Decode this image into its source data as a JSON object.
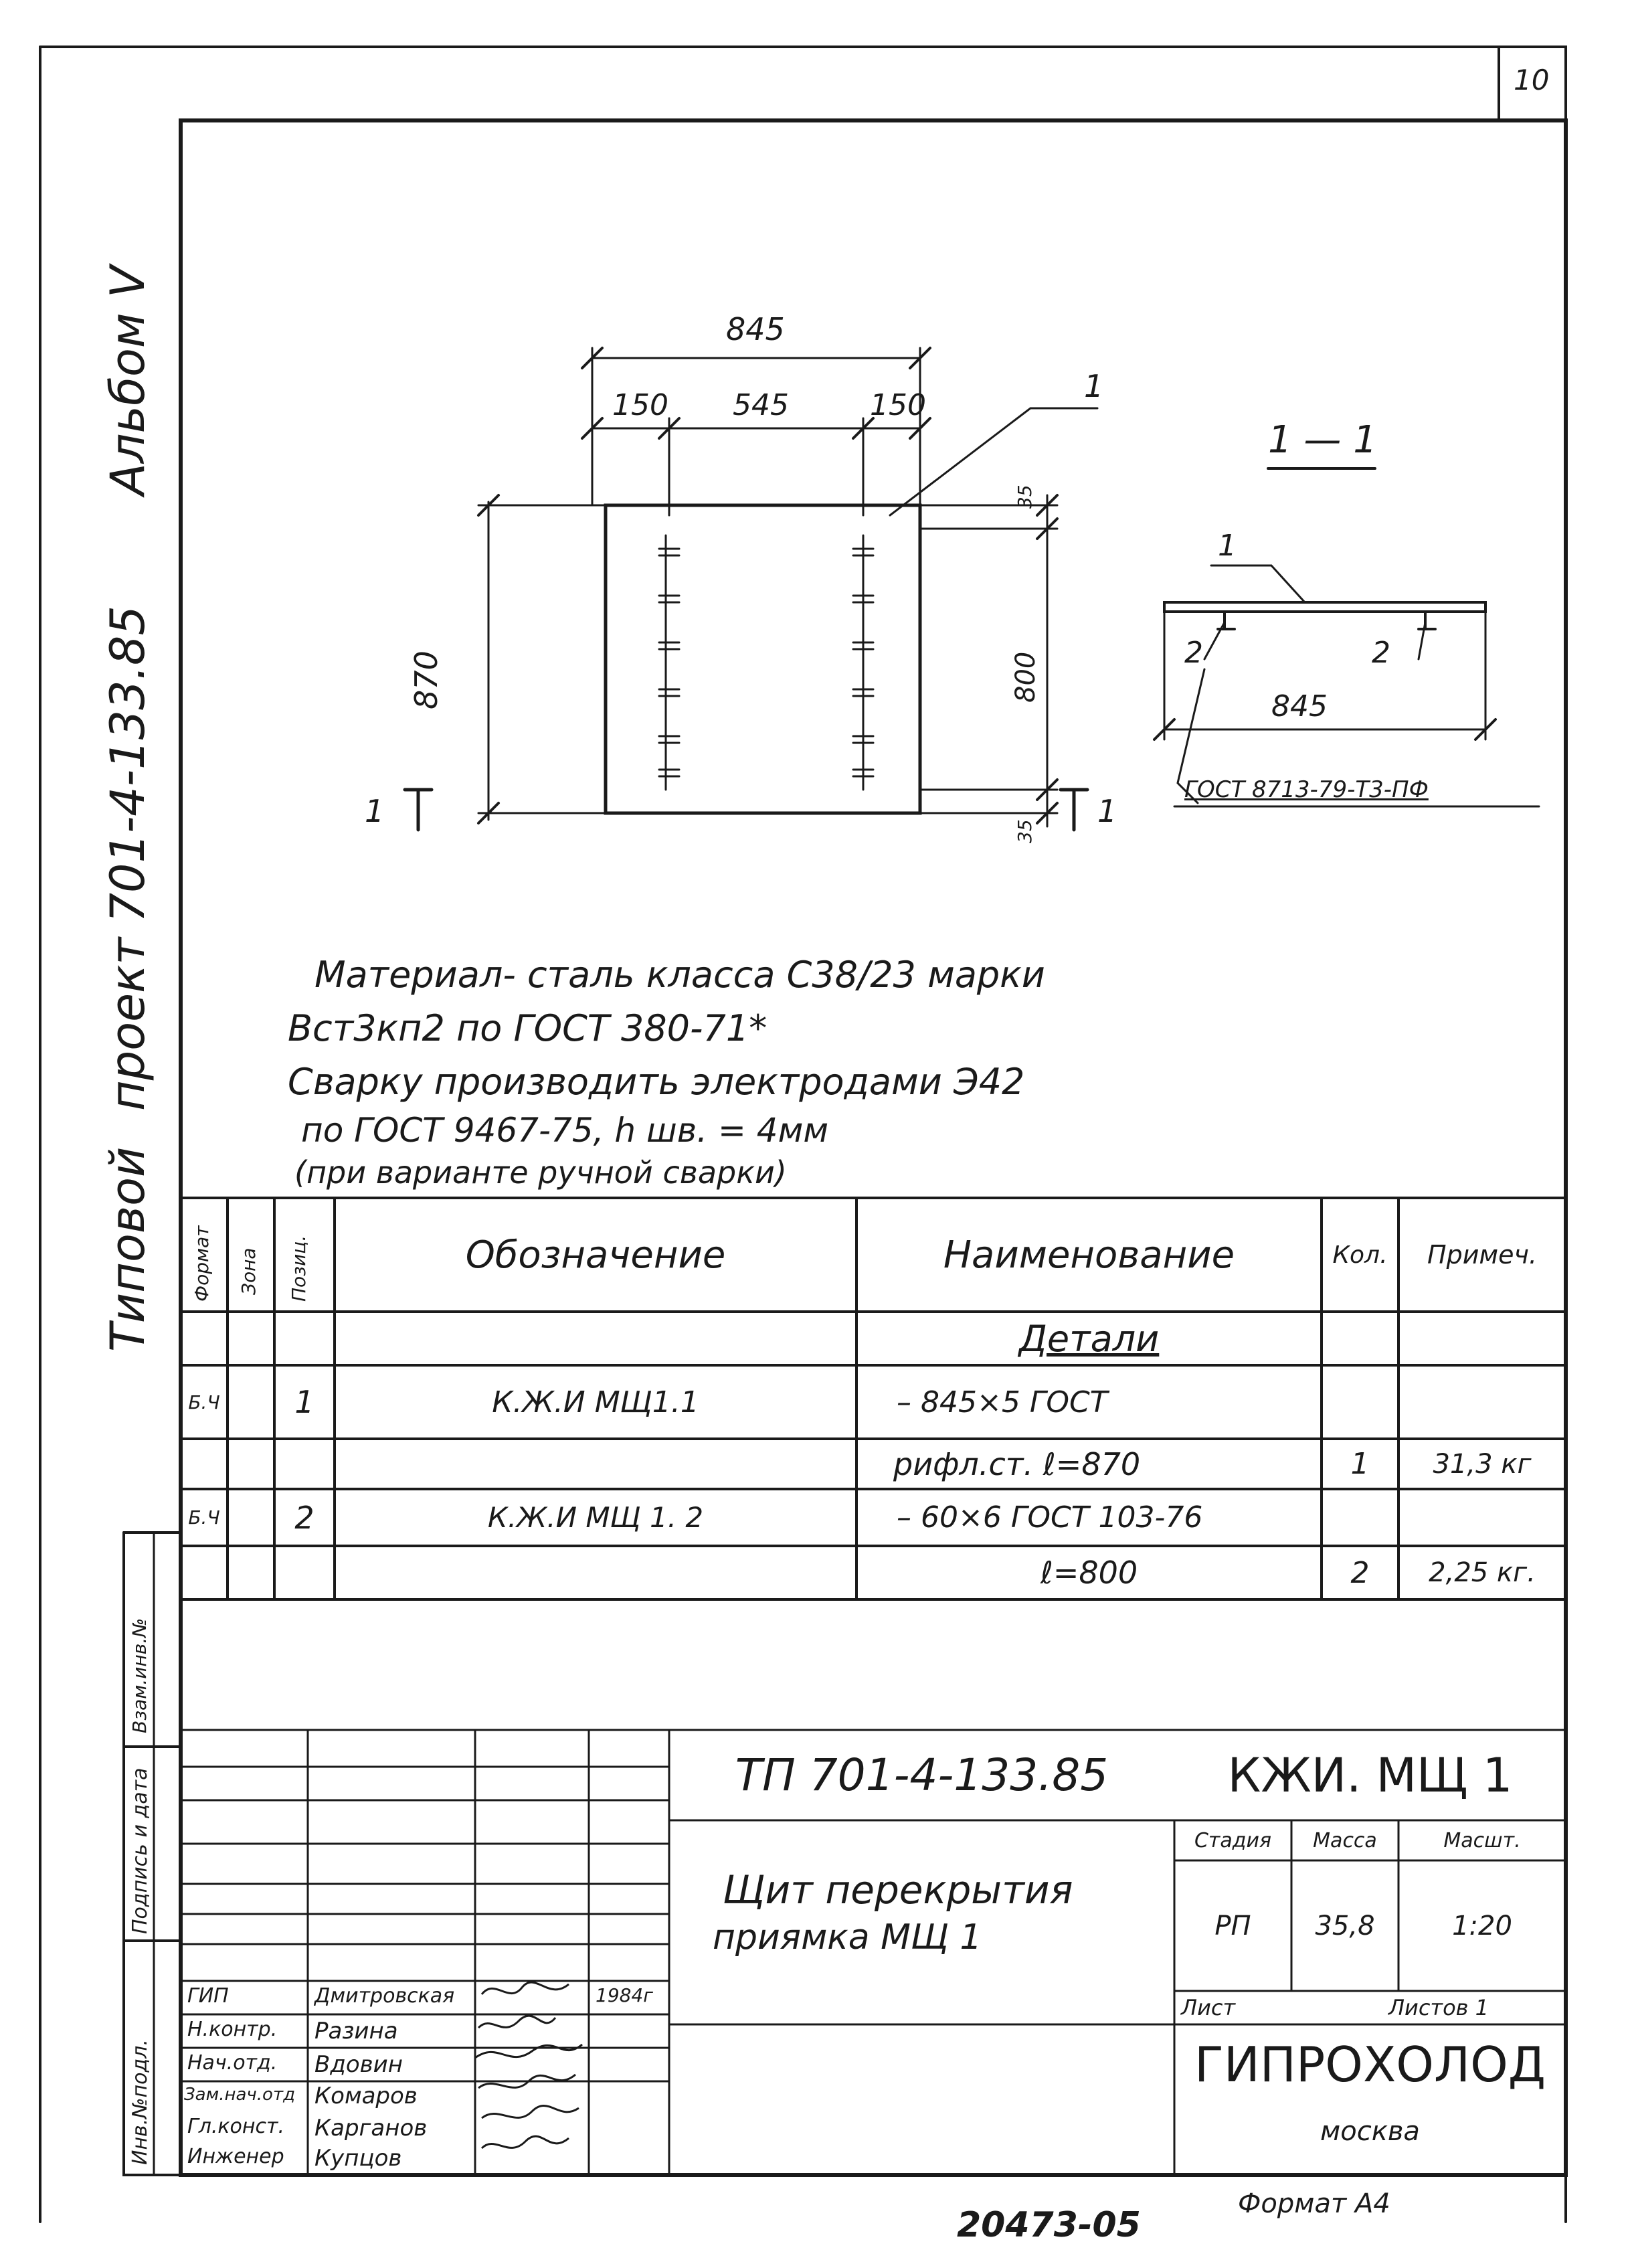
{
  "sheet": {
    "number": "10",
    "archive_no": "20473-05",
    "format": "Формат А4"
  },
  "side_title": {
    "tipovoy": "Типовой",
    "proekt": "проект 701-4-133.85",
    "albom": "Альбом V"
  },
  "drawing": {
    "dims": {
      "overall_width": "845",
      "left_edge": "150",
      "middle": "545",
      "right_edge": "150",
      "height": "870",
      "inner_height": "800",
      "top_offset": "35",
      "bottom_offset": "35"
    },
    "position_1": "1",
    "cut_mark": "1",
    "section": {
      "title": "1 — 1",
      "pos_1": "1",
      "pos_2_left": "2",
      "pos_2_right": "2",
      "width": "845",
      "weld": "ГОСТ 8713-79-Т3-ПФ"
    }
  },
  "notes": [
    "Материал- сталь класса С38/23 марки",
    "Вст3кп2 по ГОСТ 380-71*",
    "Сварку производить электродами Э42",
    "по ГОСТ 9467-75,   h шв. = 4мм",
    "(при варианте ручной сварки)"
  ],
  "spec_table": {
    "headers": {
      "format": "Формат",
      "zone": "Зона",
      "pos": "Позиц.",
      "designation": "Обозначение",
      "name": "Наименование",
      "qty": "Кол.",
      "note": "Примеч."
    },
    "section_title": "Детали",
    "rows": [
      {
        "format": "Б.Ч",
        "pos": "1",
        "designation": "К.Ж.И   МЩ1.1",
        "name": "– 845×5 ГОСТ",
        "qty": "",
        "note": ""
      },
      {
        "format": "",
        "pos": "",
        "designation": "",
        "name": "рифл.ст. ℓ=870",
        "qty": "1",
        "note": "31,3 кг"
      },
      {
        "format": "Б.Ч",
        "pos": "2",
        "designation": "К.Ж.И   МЩ 1. 2",
        "name": "– 60×6  ГОСТ 103-76",
        "qty": "",
        "note": ""
      },
      {
        "format": "",
        "pos": "",
        "designation": "",
        "name": "ℓ=800",
        "qty": "2",
        "note": "2,25 кг."
      }
    ]
  },
  "stamp_side": {
    "inv_podl": "Инв.№подл.",
    "podp_data": "Подпись и дата",
    "vzam_inv": "Взам.инв.№"
  },
  "title_block": {
    "code": "ТП 701-4-133.85",
    "mark": "КЖИ. МЩ 1",
    "name_line1": "Щит перекрытия",
    "name_line2": "приямка МЩ 1",
    "stage_label": "Стадия",
    "mass_label": "Масса",
    "scale_label": "Масшт.",
    "stage": "РП",
    "mass": "35,8",
    "scale": "1:20",
    "sheet_label": "Лист",
    "sheets_label": "Листов 1",
    "org": "ГИПРОХОЛОД",
    "city": "москва",
    "people": [
      {
        "role": "ГИП",
        "name": "Дмитровская",
        "date": "1984г"
      },
      {
        "role": "Н.контр.",
        "name": "Разина",
        "date": ""
      },
      {
        "role": "Нач.отд.",
        "name": "Вдовин",
        "date": ""
      },
      {
        "role": "Зам.нач.отд",
        "name": "Комаров",
        "date": ""
      },
      {
        "role": "Гл.конст.",
        "name": "Карганов",
        "date": ""
      },
      {
        "role": "Инженер",
        "name": "Купцов",
        "date": ""
      }
    ]
  }
}
